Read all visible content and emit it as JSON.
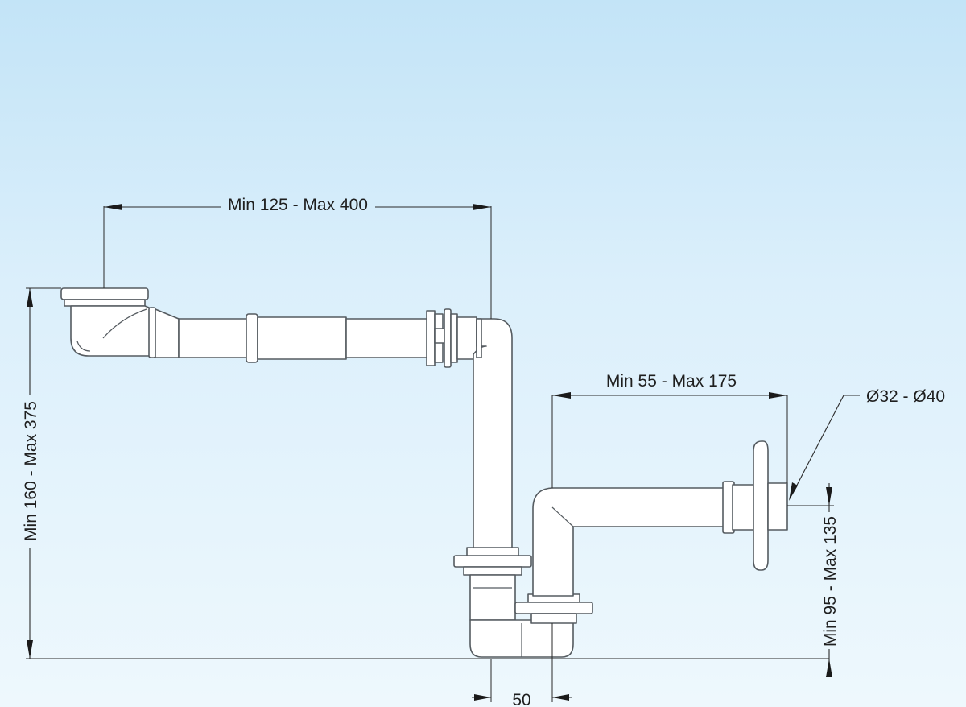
{
  "dimensions": {
    "top_horizontal": "Min 125 - Max 400",
    "right_horizontal": "Min 55 - Max 175",
    "left_vertical": "Min 160 - Max 375",
    "right_vertical": "Min 95 - Max 135",
    "diameter": "Ø32 - Ø40",
    "bottom_spacing": "50"
  },
  "colors": {
    "background_top": "#c3e4f7",
    "background_bottom": "#eef8fd",
    "pipe_fill": "#ffffff",
    "pipe_stroke": "#555b60",
    "dimension_line": "#2a2a2a"
  }
}
